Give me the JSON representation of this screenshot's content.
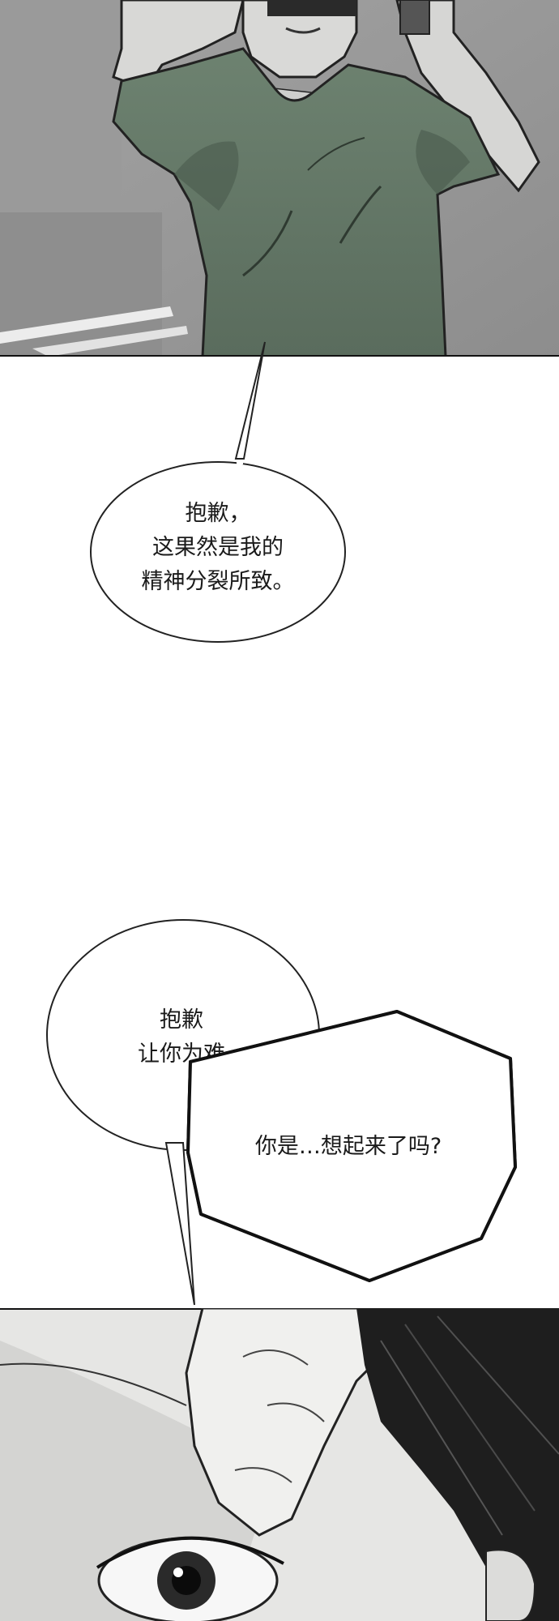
{
  "bubbles": {
    "first": {
      "line1": "抱歉，",
      "line2": "这果然是我的",
      "line3": "精神分裂所致。"
    },
    "second": {
      "line1": "抱歉",
      "line2": "让你为难"
    },
    "third": {
      "line1": "你是…想起来了吗?"
    }
  }
}
